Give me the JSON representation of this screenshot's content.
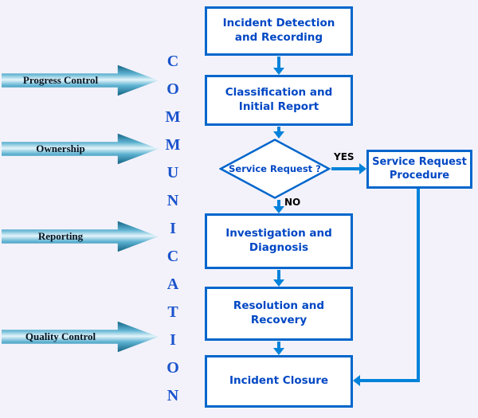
{
  "colors": {
    "background": "#f3f2fa",
    "box_border": "#0066cc",
    "box_text": "#0047c4",
    "connector": "#0082da",
    "side_arrow_dark": "#0d5d7d",
    "side_arrow_light": "#e3f4fa",
    "communication_text": "#1a53cc",
    "branch_label_text": "#000000"
  },
  "communication": {
    "text": "COMMUNICATION"
  },
  "side_arrows": [
    {
      "label": "Progress Control"
    },
    {
      "label": "Ownership"
    },
    {
      "label": "Reporting"
    },
    {
      "label": "Quality Control"
    }
  ],
  "flow": {
    "detection": {
      "line1": "Incident Detection",
      "line2": "and Recording"
    },
    "classification": {
      "line1": "Classification and",
      "line2": "Initial Report"
    },
    "decision": {
      "label": "Service Request ?",
      "yes": "YES",
      "no": "NO"
    },
    "service_request": {
      "line1": "Service Request",
      "line2": "Procedure"
    },
    "investigation": {
      "line1": "Investigation and",
      "line2": "Diagnosis"
    },
    "resolution": {
      "line1": "Resolution and",
      "line2": "Recovery"
    },
    "closure": {
      "line1": "Incident Closure"
    }
  }
}
